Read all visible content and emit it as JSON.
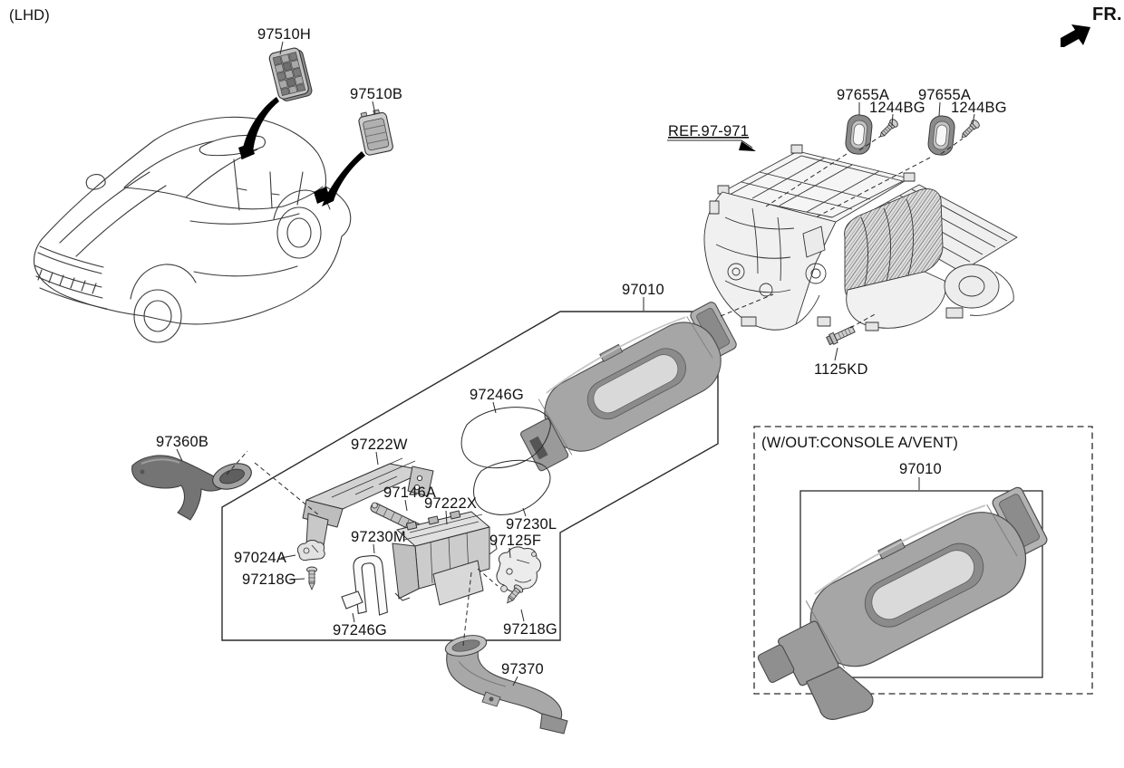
{
  "header": {
    "drive_label": "(LHD)",
    "front_label": "FR."
  },
  "reference": {
    "label": "REF.97-971"
  },
  "inset": {
    "title": "(W/OUT:CONSOLE A/VENT)",
    "part_number": "97010"
  },
  "part_labels": {
    "vent_roof": "97510H",
    "vent_rear": "97510B",
    "gasket_1": "97655A",
    "screw_tap_1": "1244BG",
    "gasket_2": "97655A",
    "screw_tap_2": "1244BG",
    "duct_main": "97010",
    "bolt_hvac": "1125KD",
    "pad_top": "97246G",
    "duct_side": "97360B",
    "bracket_upper": "97222W",
    "rail": "97146A",
    "duct_center": "97222X",
    "pad_lower": "97230L",
    "seal_u": "97230M",
    "actuator": "97125F",
    "clamp": "97024A",
    "screw_left": "97218G",
    "pad_strip": "97246G",
    "screw_right": "97218G",
    "duct_rear": "97370"
  },
  "colors": {
    "line": "#2a2a2a",
    "part_gray": "#a6a6a6",
    "accent_black": "#000000"
  }
}
